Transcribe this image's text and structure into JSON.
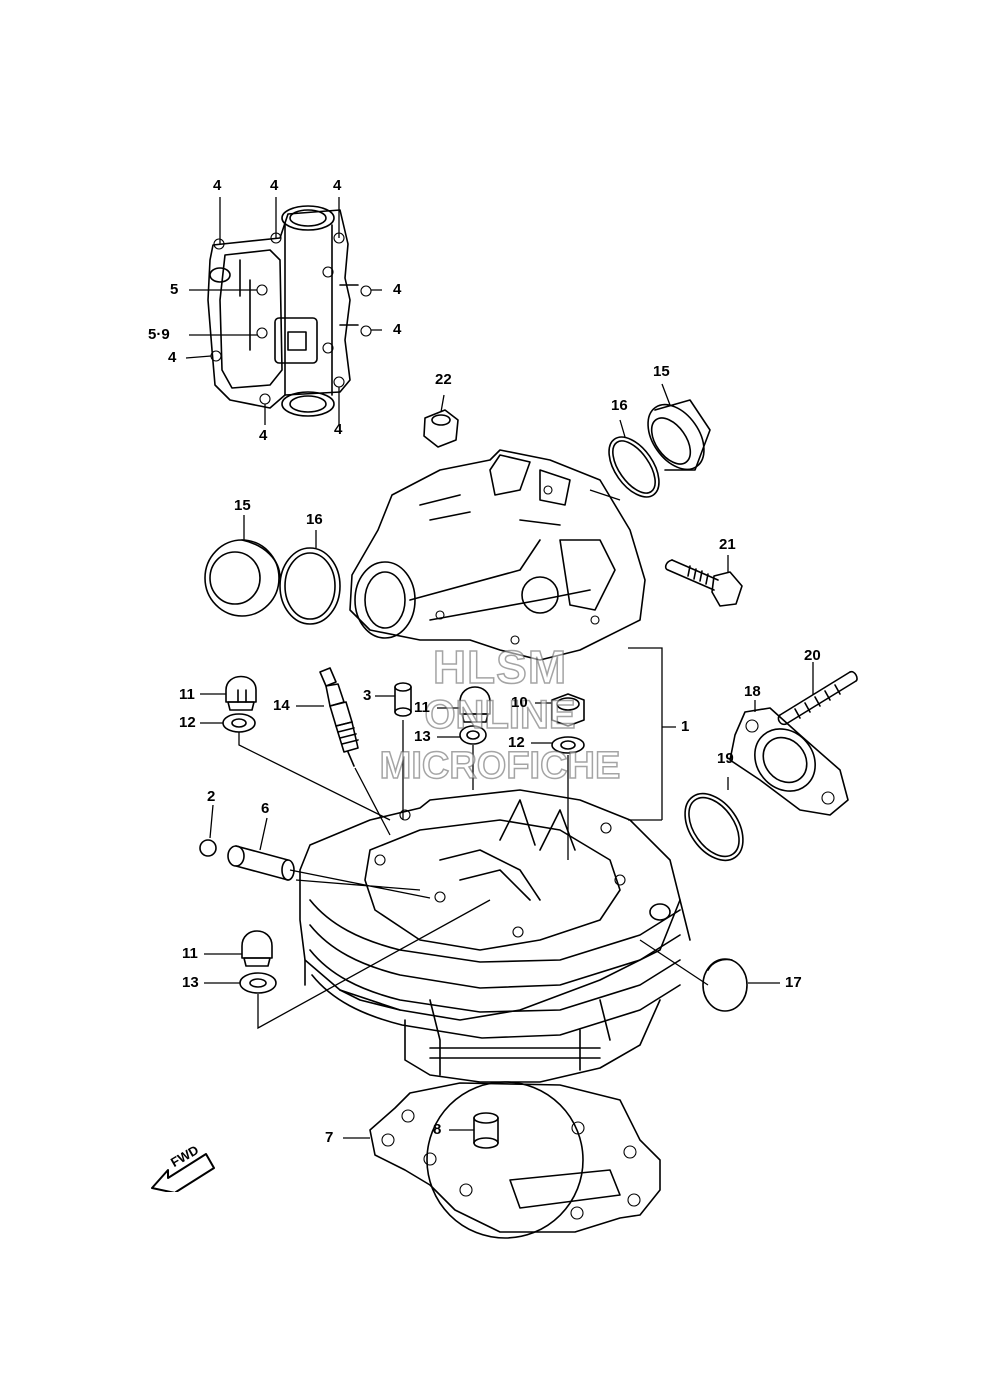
{
  "watermark": {
    "line1": "HLSM",
    "line2": "ONLINE",
    "line3": "MICROFICHE"
  },
  "fwd_label": "FWD",
  "callouts": [
    {
      "id": "c4a",
      "text": "4"
    },
    {
      "id": "c4b",
      "text": "4"
    },
    {
      "id": "c4c",
      "text": "4"
    },
    {
      "id": "c5",
      "text": "5"
    },
    {
      "id": "c4d",
      "text": "4"
    },
    {
      "id": "c59",
      "text": "5·9"
    },
    {
      "id": "c4e",
      "text": "4"
    },
    {
      "id": "c4f",
      "text": "4"
    },
    {
      "id": "c4g",
      "text": "4"
    },
    {
      "id": "c4h",
      "text": "4"
    },
    {
      "id": "c22",
      "text": "22"
    },
    {
      "id": "c15a",
      "text": "15"
    },
    {
      "id": "c16a",
      "text": "16"
    },
    {
      "id": "c15b",
      "text": "15"
    },
    {
      "id": "c16b",
      "text": "16"
    },
    {
      "id": "c21",
      "text": "21"
    },
    {
      "id": "c20",
      "text": "20"
    },
    {
      "id": "c18",
      "text": "18"
    },
    {
      "id": "c11a",
      "text": "11"
    },
    {
      "id": "c3",
      "text": "3"
    },
    {
      "id": "c11b",
      "text": "11"
    },
    {
      "id": "c10",
      "text": "10"
    },
    {
      "id": "c14",
      "text": "14"
    },
    {
      "id": "c12a",
      "text": "12"
    },
    {
      "id": "c13a",
      "text": "13"
    },
    {
      "id": "c12b",
      "text": "12"
    },
    {
      "id": "c1",
      "text": "1"
    },
    {
      "id": "c19",
      "text": "19"
    },
    {
      "id": "c2",
      "text": "2"
    },
    {
      "id": "c6",
      "text": "6"
    },
    {
      "id": "c11c",
      "text": "11"
    },
    {
      "id": "c13b",
      "text": "13"
    },
    {
      "id": "c17",
      "text": "17"
    },
    {
      "id": "c7",
      "text": "7"
    },
    {
      "id": "c8",
      "text": "8"
    }
  ]
}
